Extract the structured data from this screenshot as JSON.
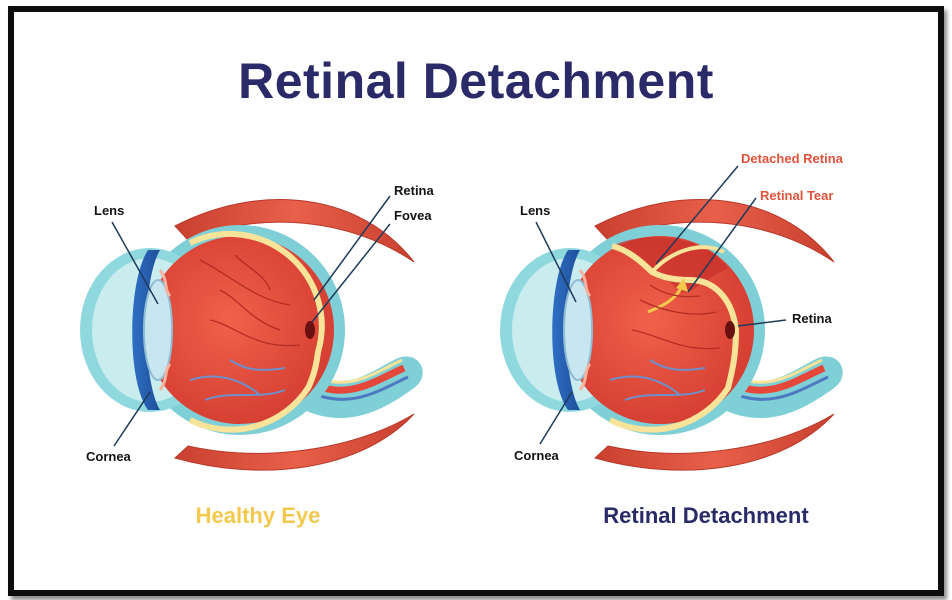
{
  "title": "Retinal Detachment",
  "healthy_eye": {
    "caption": "Healthy Eye",
    "labels": {
      "lens": "Lens",
      "cornea": "Cornea",
      "retina": "Retina",
      "fovea": "Fovea"
    }
  },
  "detached_eye": {
    "caption": "Retinal Detachment",
    "labels": {
      "lens": "Lens",
      "cornea": "Cornea",
      "retina": "Retina",
      "detached_retina": "Detached Retina",
      "retinal_tear": "Retinal Tear"
    }
  },
  "colors": {
    "title": "#2a2a68",
    "healthy_caption": "#f2c94c",
    "detached_caption": "#2a2a68",
    "callout_red": "#e0533b",
    "eyeball": "#e5483a",
    "sclera": "#7fcfd6",
    "retina": "#f7e39a",
    "muscle": "#d9503d"
  }
}
